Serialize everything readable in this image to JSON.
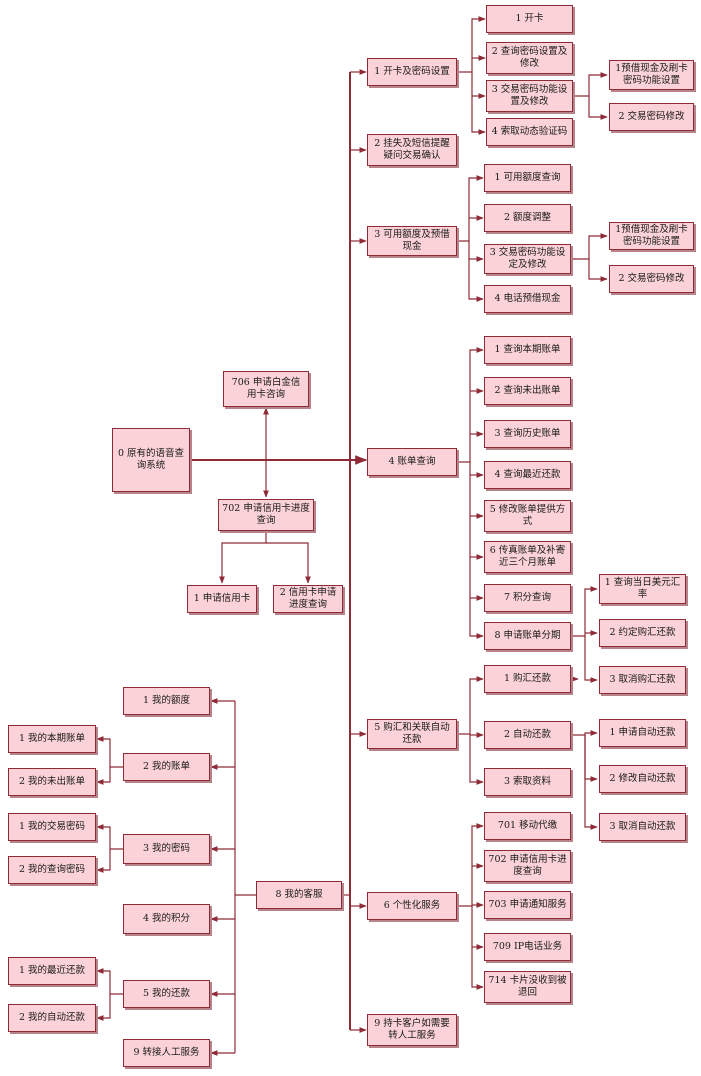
{
  "nodes": {
    "root": "0 原有的语音查询系统",
    "n706": "706 申请白金信用卡咨询",
    "n702": "702 申请信用卡进度查询",
    "n702_1": "1 申请信用卡",
    "n702_2": "2 信用卡申请进度查询",
    "m1": "1 开卡及密码设置",
    "m1_1": "1 开卡",
    "m1_2": "2 查询密码设置及修改",
    "m1_3": "3 交易密码功能设置及修改",
    "m1_3_1": "1预借现金及刷卡密码功能设置",
    "m1_3_2": "2 交易密码修改",
    "m1_4": "4 索取动态验证码",
    "m2": "2 挂失及短信提醒疑问交易确认",
    "m3": "3 可用额度及预借现金",
    "m3_1": "1 可用额度查询",
    "m3_2": "2 额度调整",
    "m3_3": "3 交易密码功能设定及修改",
    "m3_3_1": "1预借现金及刷卡密码功能设置",
    "m3_3_2": "2 交易密码修改",
    "m3_4": "4 电话预借现金",
    "m4": "4 账单查询",
    "m4_1": "1 查询本期账单",
    "m4_2": "2 查询未出账单",
    "m4_3": "3 查询历史账单",
    "m4_4": "4 查询最近还款",
    "m4_5": "5 修改账单提供方式",
    "m4_6": "6 传真账单及补寄近三个月账单",
    "m4_7": "7 积分查询",
    "m4_8": "8 申请账单分期",
    "m4_8_1": "1 查询当日美元汇率",
    "m4_8_2": "2 约定购汇还款",
    "m4_8_3": "3 取消购汇还款",
    "m5": "5 购汇和关联自动还款",
    "m5_1": "1 购汇还款",
    "m5_2": "2 自动还款",
    "m5_2_1": "1 申请自动还款",
    "m5_2_2": "2 修改自动还款",
    "m5_2_3": "3 取消自动还款",
    "m5_3": "3 索取资料",
    "m6": "6 个性化服务",
    "m6_1": "701 移动代缴",
    "m6_2": "702 申请信用卡进度查询",
    "m6_3": "703 申请通知服务",
    "m6_4": "709 IP电话业务",
    "m6_5": "714 卡片没收到被退回",
    "m8": "8 我的客服",
    "m9": "9 持卡客户如需要转人工服务",
    "k1": "1 我的额度",
    "k2": "2 我的账单",
    "k2_1": "1 我的本期账单",
    "k2_2": "2 我的未出账单",
    "k3": "3 我的密码",
    "k3_1": "1 我的交易密码",
    "k3_2": "2 我的查询密码",
    "k4": "4 我的积分",
    "k5": "5 我的还款",
    "k5_1": "1 我的最近还款",
    "k5_2": "2 我的自动还款",
    "k9": "9 转接人工服务"
  },
  "colors": {
    "box_fill": "#fad2d7",
    "border": "#8f2b37",
    "line": "#8f2b37"
  }
}
